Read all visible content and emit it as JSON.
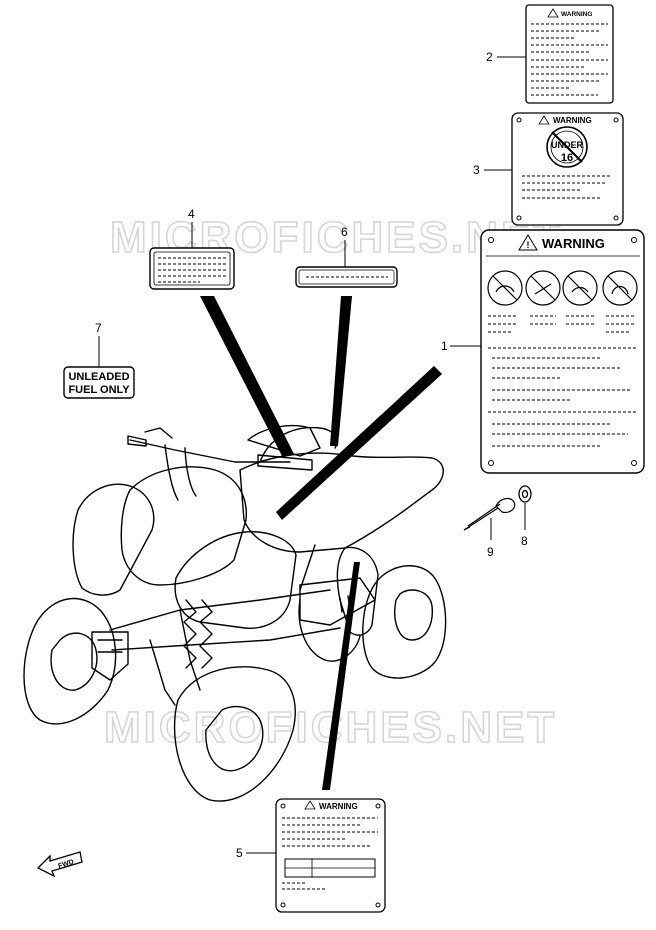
{
  "watermark": "MICROFICHES.NET",
  "callouts": [
    "1",
    "2",
    "3",
    "4",
    "5",
    "6",
    "7",
    "8",
    "9"
  ],
  "labels": {
    "warning_text": "WARNING",
    "under_text": "UNDER",
    "age_text": "16",
    "fuel_line1": "UNLEADED",
    "fuel_line2": "FUEL ONLY",
    "fwd_text": "FWD"
  }
}
